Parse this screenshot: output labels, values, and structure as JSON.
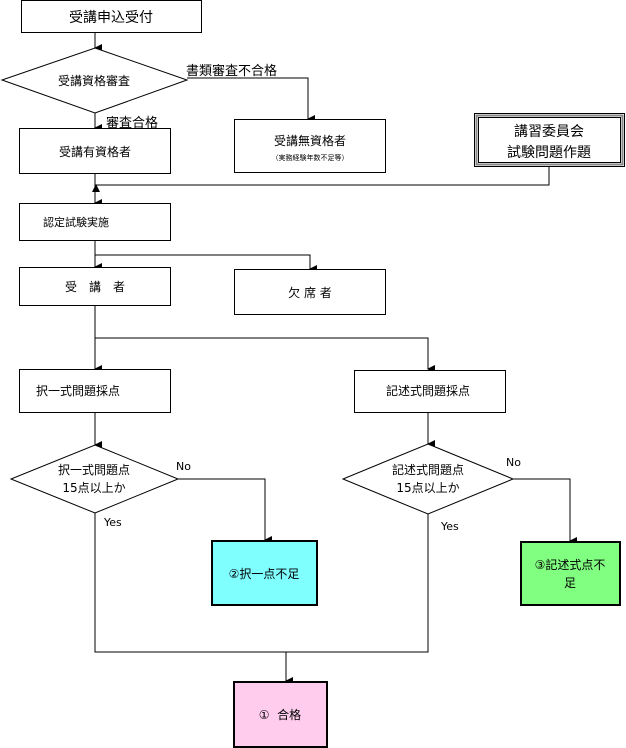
{
  "nodes": {
    "application": {
      "label": "受講申込受付"
    },
    "eligibility_check": {
      "label": "受講資格審査"
    },
    "eligible": {
      "label": "受講有資格者"
    },
    "ineligible": {
      "label": "受講無資格者",
      "sublabel": "（実務経験年数不足等）"
    },
    "committee": {
      "line1": "講習委員会",
      "line2": "試験問題作題"
    },
    "exam": {
      "label": "認定試験実施"
    },
    "attendee": {
      "label": "受　講　者"
    },
    "absentee": {
      "label": "欠 席 者"
    },
    "mc_scoring": {
      "label": "択一式問題採点"
    },
    "written_scoring": {
      "label": "記述式問題採点"
    },
    "mc_check": {
      "line1": "択一式問題点",
      "line2": "15点以上か"
    },
    "written_check": {
      "line1": "記述式問題点",
      "line2": "15点以上か"
    },
    "mc_fail": {
      "label": "②択一点不足",
      "color": "#80ffff"
    },
    "written_fail": {
      "line1": "③記述式点不",
      "line2": "足",
      "color": "#80ff80"
    },
    "pass": {
      "label": "①  合格",
      "color": "#ffccee"
    }
  },
  "edges": {
    "doc_fail": "書類審査不合格",
    "review_pass": "審査合格",
    "mc_no": "No",
    "mc_yes": "Yes",
    "written_no": "No",
    "written_yes": "Yes"
  }
}
